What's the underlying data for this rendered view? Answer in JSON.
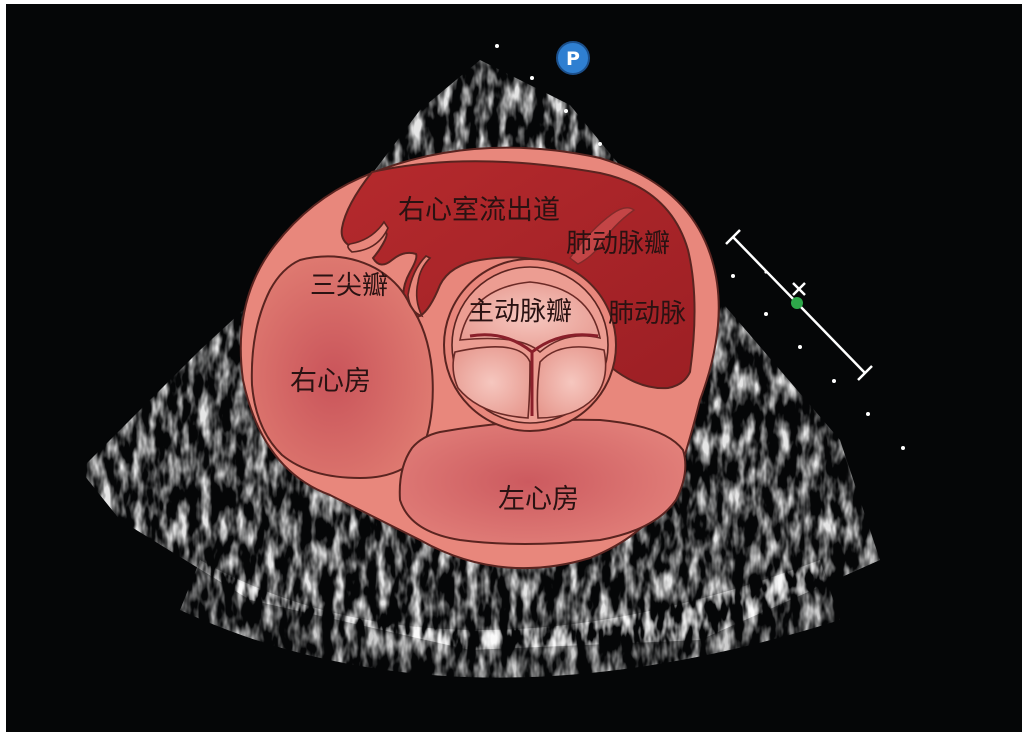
{
  "marker": {
    "letter": "P"
  },
  "labels": {
    "rvot": "右心室流出道",
    "pulmonary_valve": "肺动脉瓣",
    "tricuspid_valve": "三尖瓣",
    "aortic_valve": "主动脉瓣",
    "pulmonary_artery": "肺动脉",
    "right_atrium": "右心房",
    "left_atrium": "左心房"
  },
  "colors": {
    "background": "#050607",
    "heart_wall": "#e8877c",
    "outline": "#5a2420",
    "rvot_fill": "#a8262a",
    "chamber_fill": "#d9736b",
    "aortic_fill": "#eeb3aa",
    "marker_blue": "#2f7fd1",
    "scale_dot": "#2ea84a"
  }
}
